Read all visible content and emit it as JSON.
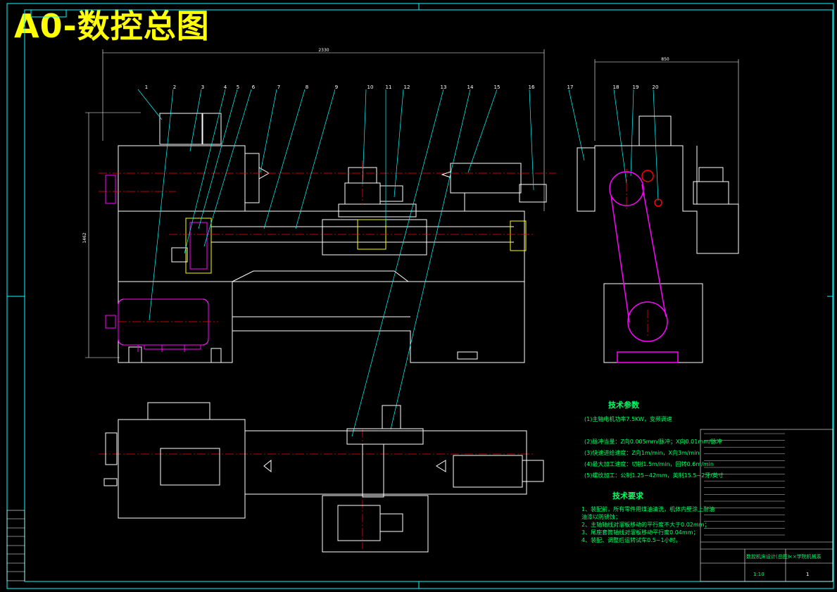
{
  "title": "A0-数控总图",
  "callouts": [
    "1",
    "2",
    "3",
    "4",
    "5",
    "6",
    "7",
    "8",
    "9",
    "10",
    "11",
    "12",
    "13",
    "14",
    "15",
    "16",
    "17",
    "18",
    "19",
    "20"
  ],
  "dimensions": {
    "front_width": "2330",
    "side_width": "850",
    "front_height": "1462"
  },
  "tech_params": {
    "heading": "技术参数",
    "lines": [
      "(1)主轴电机功率7.5KW，变频调速",
      "(2)脉冲当量：Z向0.005mm/脉冲；X向0.01mm/脉冲",
      "(3)快速进给速度：Z向1m/min，X向3m/min",
      "(4)最大加工速度：切削1.5m/min，回转0.6m/min",
      "(5)螺纹加工：公制1.25~42mm，英制15.5~2牙/英寸"
    ]
  },
  "tech_reqs": {
    "heading": "技术要求",
    "lines": [
      "1、装配前，所有零件用煤油清洗，机体内壁涂上耐油",
      "油漆以防锈蚀；",
      "2、主轴轴线对溜板移动的平行度不大于0.02mm；",
      "3、尾座套筒轴线对溜板移动平行度0.04mm；",
      "4、装配、调整后运转试车0.5~1小时。"
    ]
  },
  "title_block": {
    "name": "数控机床设计(总图)",
    "school": "××学院机械系",
    "scale": "1:10",
    "sheet": "1"
  },
  "colors": {
    "outline": "#ffffff",
    "frame": "#00ffff",
    "leader": "#00ffff",
    "center": "#ff0000",
    "magenta": "#ff00ff",
    "yellow": "#ffff00",
    "green": "#00ff66"
  }
}
